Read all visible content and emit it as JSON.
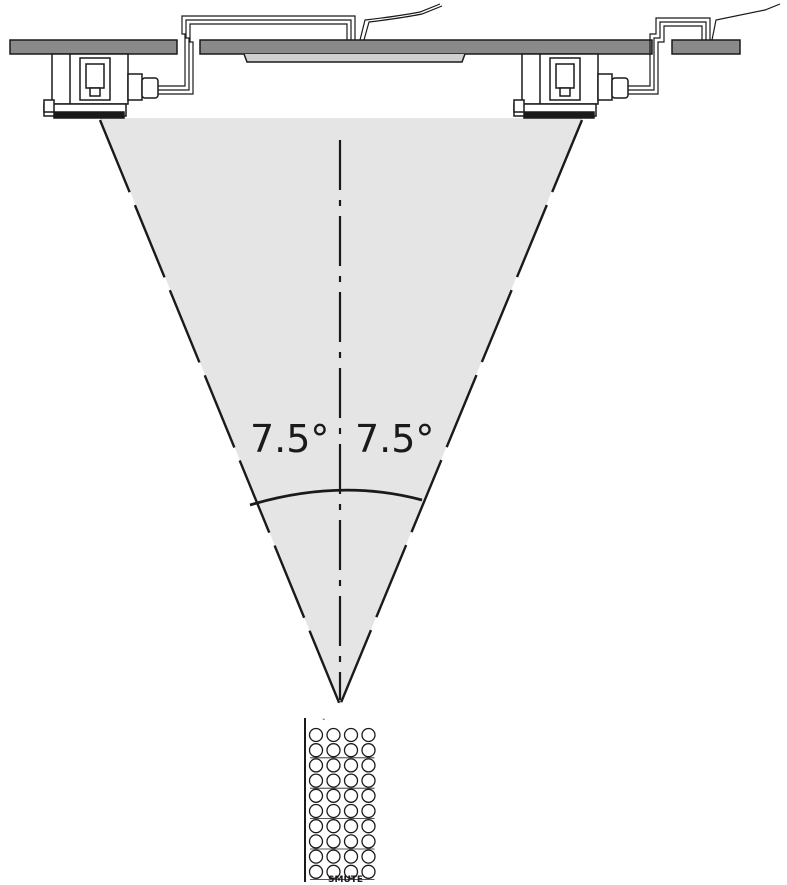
{
  "diagram": {
    "angle_left": "7.5°",
    "angle_right": "7.5°",
    "remote_brand": "SMUTE",
    "button_rows": 10,
    "button_cols": 4,
    "colors": {
      "line": "#1a1a1a",
      "cone_fill": "#e5e5e5",
      "ceiling_fill": "#8a8a8a",
      "sensor_fill": "#ffffff"
    }
  }
}
